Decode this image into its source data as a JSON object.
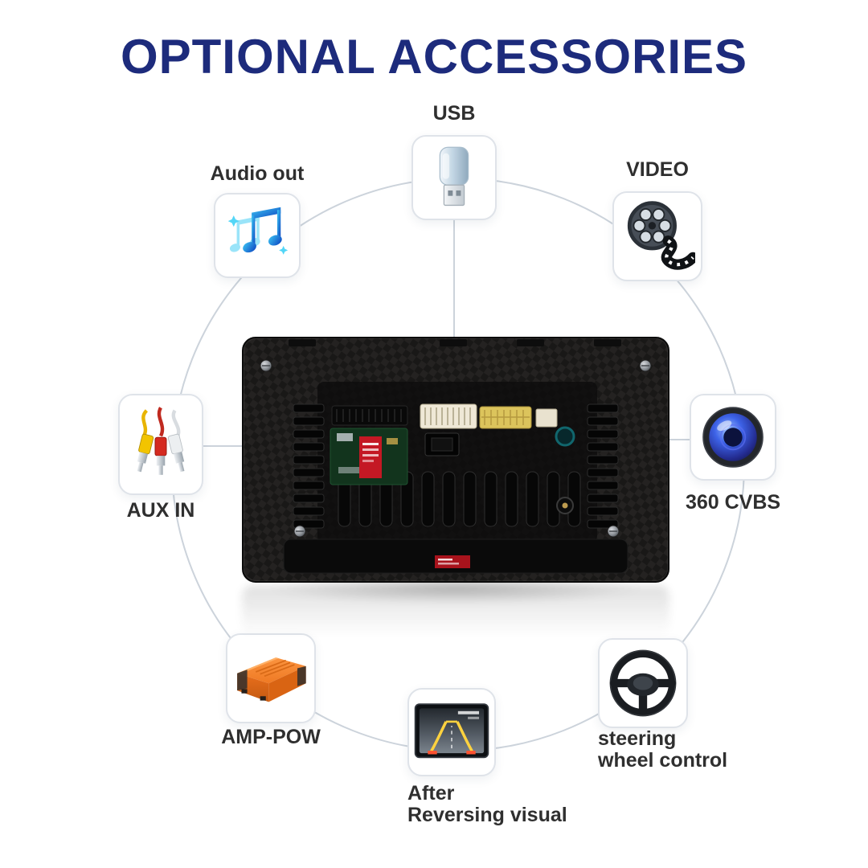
{
  "title": "OPTIONAL ACCESSORIES",
  "colors": {
    "title_color": "#1d2b7c",
    "label_color": "#2f2f2f",
    "circle_color": "#ccd3db",
    "note_blue": "#1aa0e8",
    "amp_orange": "#ef7a24",
    "rca_yellow": "#f2c400",
    "rca_red": "#d42a20",
    "rca_white": "#eceff1",
    "guideline_yellow": "#ffd23f",
    "guideline_red": "#ff5230"
  },
  "accessories": [
    {
      "id": "usb",
      "label": "USB",
      "icon": "usb-flash-drive-icon",
      "position": "top"
    },
    {
      "id": "audio_out",
      "label": "Audio out",
      "icon": "music-notes-icon",
      "position": "top-left"
    },
    {
      "id": "video",
      "label": "VIDEO",
      "icon": "film-reel-icon",
      "position": "top-right"
    },
    {
      "id": "aux_in",
      "label": "AUX IN",
      "icon": "rca-cables-icon",
      "position": "left"
    },
    {
      "id": "cvbs_360",
      "label": "360 CVBS",
      "icon": "camera-lens-icon",
      "position": "right"
    },
    {
      "id": "amp_pow",
      "label": "AMP-POW",
      "icon": "amplifier-icon",
      "position": "bottom-left"
    },
    {
      "id": "reversing_visual",
      "label_line1": "After",
      "label_line2": "Reversing visual",
      "icon": "reversing-camera-icon",
      "position": "bottom"
    },
    {
      "id": "steering_wheel_control",
      "label_line1": "steering",
      "label_line2": "wheel control",
      "icon": "steering-wheel-icon",
      "position": "bottom-right"
    }
  ],
  "center_device": {
    "description": "car-stereo-head-unit-rear-panel"
  }
}
